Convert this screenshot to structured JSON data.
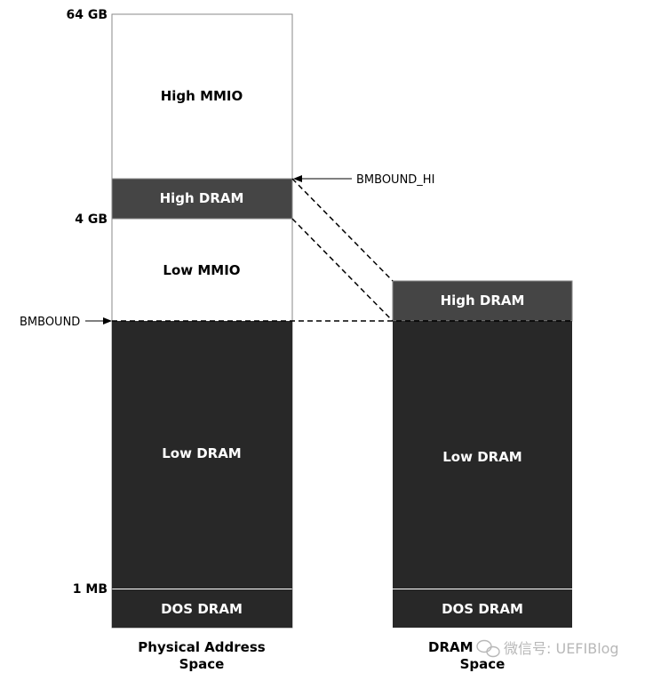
{
  "physical_space": {
    "title_line1": "Physical Address",
    "title_line2": "Space",
    "segments": {
      "high_mmio": "High MMIO",
      "high_dram": "High DRAM",
      "low_mmio": "Low MMIO",
      "low_dram": "Low DRAM",
      "dos_dram": "DOS DRAM"
    },
    "ticks": {
      "top": "64 GB",
      "four_gb": "4 GB",
      "one_mb": "1 MB"
    }
  },
  "dram_space": {
    "title_line1": "DRAM",
    "title_line2": "Space",
    "segments": {
      "high_dram": "High DRAM",
      "low_dram": "Low DRAM",
      "dos_dram": "DOS DRAM"
    }
  },
  "pointers": {
    "bmbound_hi": "BMBOUND_HI",
    "bmbound": "BMBOUND"
  },
  "watermark": "微信号: UEFIBlog",
  "colors": {
    "dark_fill": "#282828",
    "medium_fill": "#454545",
    "white_fill": "#ffffff",
    "outline": "#8a8a8a",
    "watermark_gray": "#b8b8b8"
  }
}
